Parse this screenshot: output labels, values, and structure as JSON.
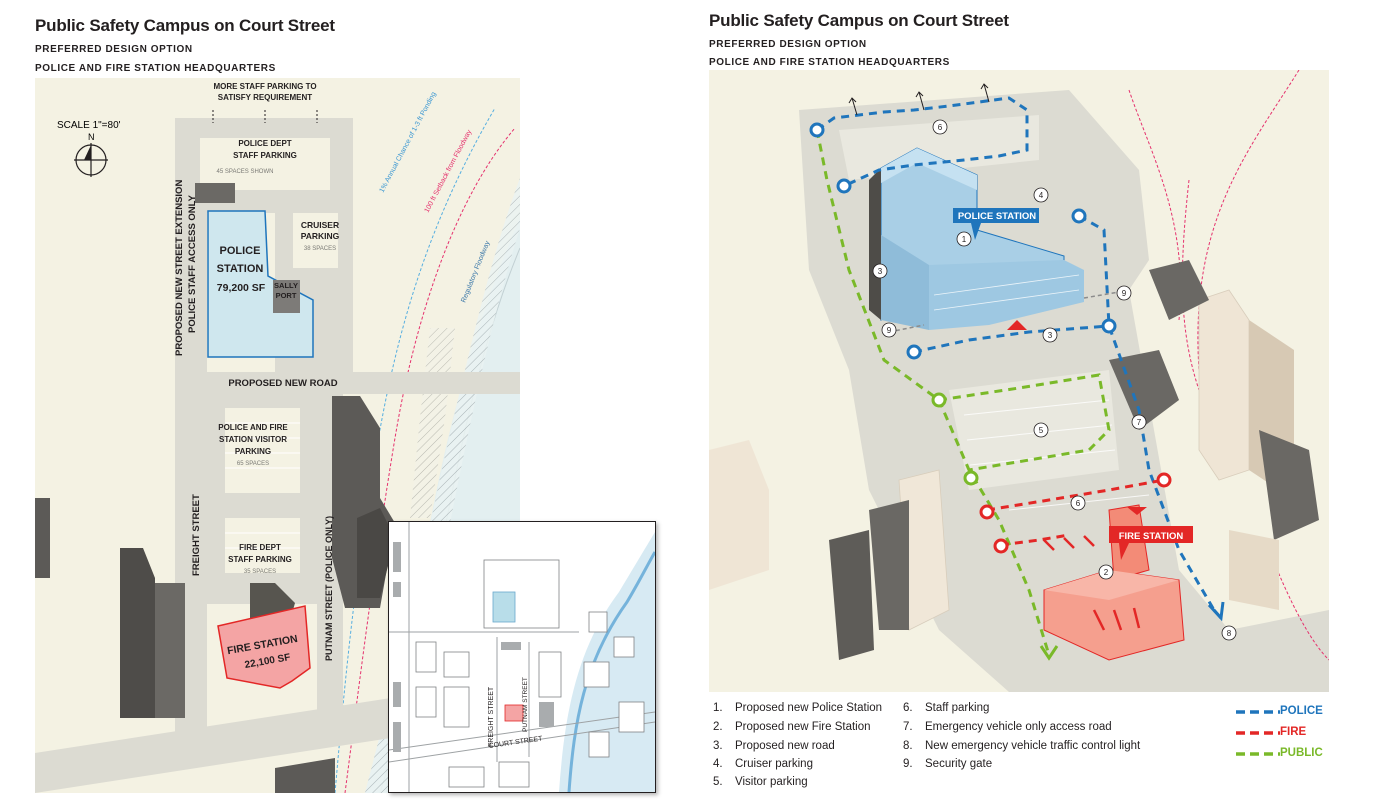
{
  "left": {
    "title": "Public Safety Campus on Court Street",
    "subtitle1": "PREFERRED DESIGN OPTION",
    "subtitle2": "POLICE AND FIRE STATION HEADQUARTERS",
    "scale": "SCALE  1\"=80'",
    "north": "N",
    "labels": {
      "more_parking_1": "MORE STAFF PARKING TO",
      "more_parking_2": "SATISFY REQUIREMENT",
      "police_staff_1": "POLICE DEPT",
      "police_staff_2": "STAFF PARKING",
      "police_staff_spaces": "45 SPACES SHOWN",
      "cruiser_1": "CRUISER",
      "cruiser_2": "PARKING",
      "cruiser_spaces": "38 SPACES",
      "police_station_1": "POLICE",
      "police_station_2": "STATION",
      "police_station_sf": "79,200 SF",
      "sally_1": "SALLY",
      "sally_2": "PORT",
      "street_ext_1": "PROPOSED NEW STREET EXTENSION",
      "street_ext_2": "POLICE STAFF ACCESS ONLY",
      "new_road": "PROPOSED NEW ROAD",
      "visitor_1": "POLICE AND FIRE",
      "visitor_2": "STATION VISITOR",
      "visitor_3": "PARKING",
      "visitor_spaces": "65 SPACES",
      "fire_staff_1": "FIRE DEPT",
      "fire_staff_2": "STAFF PARKING",
      "fire_staff_spaces": "35 SPACES",
      "fire_station_1": "FIRE STATION",
      "fire_station_sf": "22,100 SF",
      "freight": "FREIGHT STREET",
      "putnam": "PUTNAM STREET (POLICE ONLY)",
      "ponding": "1% Annual Chance of 1-3 ft Ponding",
      "setback": "100 ft Setback from Floodway",
      "floodway": "Regulatory Floodway"
    },
    "inset": {
      "freight": "FREIGHT STREET",
      "putnam": "PUTNAM STREET",
      "court": "COURT STREET"
    }
  },
  "right": {
    "title": "Public Safety Campus on Court Street",
    "subtitle1": "PREFERRED DESIGN OPTION",
    "subtitle2": "POLICE AND FIRE STATION HEADQUARTERS",
    "police_station": "POLICE STATION",
    "fire_station": "FIRE STATION",
    "markers": [
      "6",
      "4",
      "1",
      "3",
      "9",
      "9",
      "3",
      "5",
      "7",
      "6",
      "2",
      "8"
    ],
    "legend": [
      {
        "num": "1.",
        "text": "Proposed new Police Station"
      },
      {
        "num": "2.",
        "text": "Proposed new Fire Station"
      },
      {
        "num": "3.",
        "text": "Proposed new road"
      },
      {
        "num": "4.",
        "text": "Cruiser parking"
      },
      {
        "num": "5.",
        "text": "Visitor parking"
      },
      {
        "num": "6.",
        "text": "Staff parking"
      },
      {
        "num": "7.",
        "text": "Emergency vehicle only access road"
      },
      {
        "num": "8.",
        "text": "New emergency vehicle traffic control light"
      },
      {
        "num": "9.",
        "text": "Security gate"
      }
    ],
    "key": {
      "police": "POLICE",
      "fire": "FIRE",
      "public": "PUBLIC"
    },
    "colors": {
      "police": "#1f75bc",
      "fire": "#e32726",
      "public": "#7ab929"
    }
  }
}
